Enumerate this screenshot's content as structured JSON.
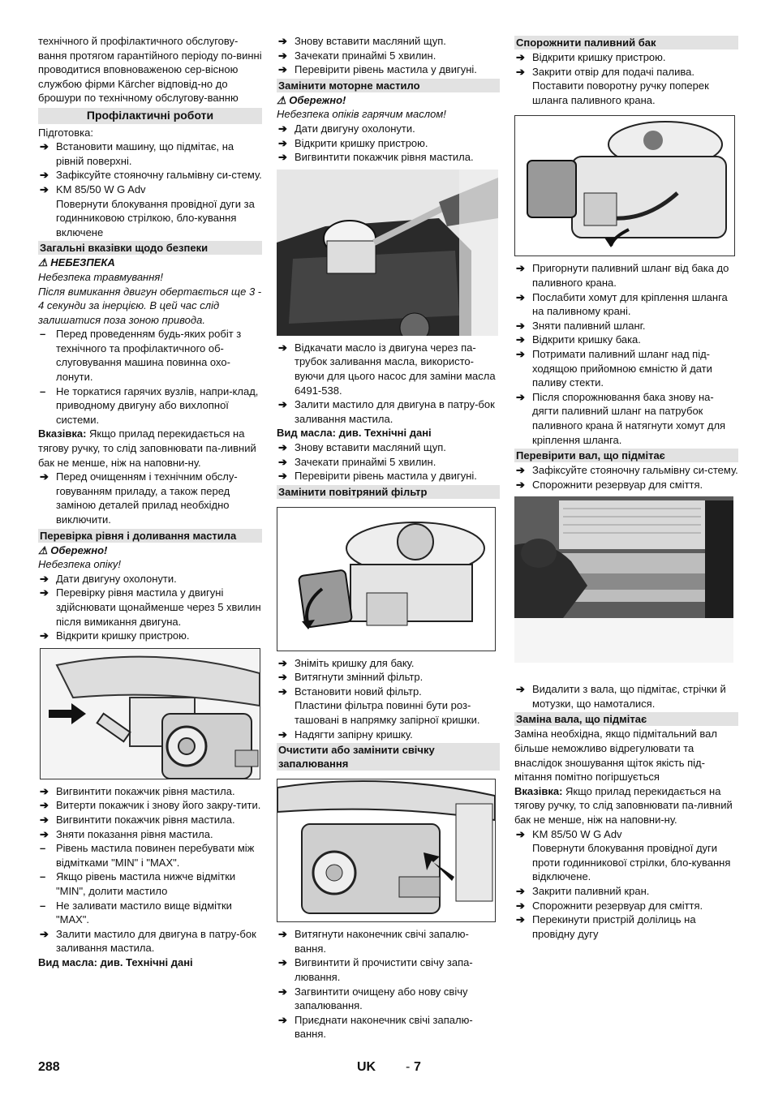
{
  "footer": {
    "page": "288",
    "lang": "UK",
    "dash": "-",
    "num": "7"
  },
  "col1": {
    "intro": "технічного й профілактичного обслугову-вання протягом гарантійного періоду по-винні проводитися вповноваженою сер-вісною службою фірми Kärcher відповід-но до брошури по технічному обслугову-ванню",
    "h_maint": "Профілактичні роботи",
    "prep": "Підготовка:",
    "prep_items": [
      "Встановити машину, що підмітає, на рівній поверхні.",
      "Зафіксуйте стояночну гальмівну си-стему.",
      "KM 85/50 W G Adv"
    ],
    "prep_sub": "Повернути блокування провідної дуги за годинниковою стрілкою, бло-кування включене",
    "h_safety": "Загальні вказівки щодо безпеки",
    "danger": "⚠ НЕБЕЗПЕКА",
    "danger_t1": "Небезпека травмування!",
    "danger_t2": "Після вимикання двигун обертається ще 3 - 4 секунди за інерцією. В цей час слід залишатися поза зоною привода.",
    "dash_items": [
      "Перед проведенням будь-яких робіт з технічного та профілактичного об-слуговування машина повинна охо-лонути.",
      "Не торкатися гарячих вузлів, напри-клад, приводному двигуну або вихлопної системи."
    ],
    "note_label": "Вказівка:",
    "note_text": " Якщо прилад перекидається на тягову ручку, то слід заповнювати па-ливний бак не менше, ніж на наповни-ну.",
    "clean_item": "Перед очищенням і технічним обслу-говуванням приладу, а також перед заміною деталей прилад необхідно виключити.",
    "h_oil": "Перевірка рівня і доливання мастила",
    "caution": "⚠ Обережно!",
    "caution_t": "Небезпека опіку!",
    "oil_items": [
      "Дати двигуну охолонути.",
      "Перевірку рівня мастила у двигуні здійснювати щонайменше через 5 хвилин після вимикання двигуна.",
      "Відкрити кришку пристрою."
    ],
    "oil_items2": [
      "Вигвинтити покажчик рівня мастила.",
      "Витерти покажчик і знову його закру-тити.",
      "Вигвинтити покажчик рівня мастила.",
      "Зняти показання рівня мастила."
    ],
    "oil_dash": [
      "Рівень мастила повинен перебувати між відмітками \"MIN\" і \"MAX\".",
      "Якщо рівень мастила нижче відмітки \"MIN\", долити мастило",
      "Не заливати мастило вище відмітки \"MAX\"."
    ],
    "oil_fill": "Залити мастило для двигуна в патру-бок заливання мастила.",
    "oil_type": "Вид масла: див. Технічні дані"
  },
  "col2": {
    "top_items": [
      "Знову вставити масляний щуп.",
      "Зачекати принаймі 5 хвилин.",
      "Перевірити рівень мастила у двигуні."
    ],
    "h_change": "Замінити моторне мастило",
    "caution": "⚠ Обережно!",
    "caution_t": "Небезпека опіків гарячим маслом!",
    "change_items": [
      "Дати двигуну охолонути.",
      "Відкрити кришку пристрою.",
      "Вигвинтити покажчик рівня мастила."
    ],
    "change_items2": [
      "Відкачати масло із двигуна через па-трубок заливання масла, використо-вуючи для цього насос для заміни масла 6491-538.",
      "Залити мастило для двигуна в патру-бок заливання мастила."
    ],
    "oil_type": "Вид масла: див. Технічні дані",
    "after_items": [
      "Знову вставити масляний щуп.",
      "Зачекати принаймі 5 хвилин.",
      "Перевірити рівень мастила у двигуні."
    ],
    "h_air": "Замінити повітряний фільтр",
    "air_items": [
      "Зніміть кришку для баку.",
      "Витягнути змінний фільтр.",
      "Встановити новий фільтр."
    ],
    "air_sub": "Пластини фільтра повинні бути роз-ташовані в напрямку запірної кришки.",
    "air_last": "Надягти запірну кришку.",
    "h_plug": "Очистити або замінити свічку запалювання",
    "plug_items": [
      "Витягнути наконечник свічі запалю-вання.",
      "Вигвинтити й прочистити свічу запа-лювання.",
      "Загвинтити очищену або нову свічу запалювання.",
      "Приєднати наконечник свічі запалю-вання."
    ]
  },
  "col3": {
    "h_tank": "Спорожнити паливний бак",
    "tank_items": [
      "Відкрити кришку пристрою.",
      "Закрити отвір для подачі палива."
    ],
    "tank_sub": "Поставити поворотну ручку поперек шланга паливного крана.",
    "tank_items2": [
      "Пригорнути паливний шланг від бака до паливного крана.",
      "Послабити хомут для кріплення шланга на паливному крані.",
      "Зняти паливний шланг.",
      "Відкрити кришку бака.",
      "Потримати паливний шланг над під-ходящою прийомною ємністю й дати паливу стекти.",
      "Після спорожнювання бака знову на-дягти паливний шланг на патрубок паливного крана й натягнути хомут для кріплення шланга."
    ],
    "h_shaft": "Перевірити вал, що підмітає",
    "shaft_items": [
      "Зафіксуйте стояночну гальмівну си-стему.",
      "Спорожнити резервуар для сміття."
    ],
    "shaft_last": "Видалити з вала, що підмітає, стрічки й мотузки, що намоталися.",
    "h_replace": "Заміна вала, що підмітає",
    "replace_t": "Заміна необхідна, якщо підмітальний вал більше неможливо відрегулювати та внаслідок зношування щіток якість під-мітання помітно погіршується",
    "note_label": "Вказівка:",
    "note_text": " Якщо прилад перекидається на тягову ручку, то слід заповнювати па-ливний бак не менше, ніж на наповни-ну.",
    "km": "KM 85/50 W G Adv",
    "km_sub": "Повернути блокування провідної дуги проти годинникової стрілки, бло-кування відключене.",
    "replace_items": [
      "Закрити паливний кран.",
      "Спорожнити резервуар для сміття.",
      "Перекинути пристрій долілиць на провідну дугу"
    ]
  },
  "icons": {
    "arrow": "➔",
    "dash": "–"
  }
}
